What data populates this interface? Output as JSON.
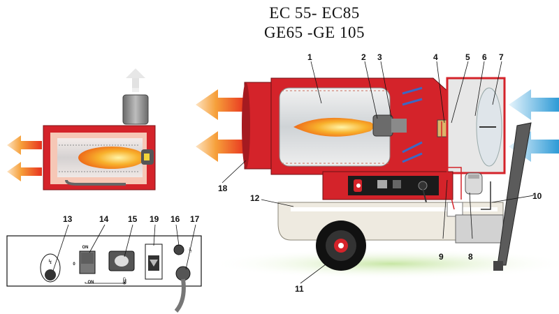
{
  "title": {
    "line1": "EC 55- EC85",
    "line2": "GE65 -GE 105"
  },
  "callouts": [
    {
      "id": "1",
      "label": "1"
    },
    {
      "id": "2",
      "label": "2"
    },
    {
      "id": "3",
      "label": "3"
    },
    {
      "id": "4",
      "label": "4"
    },
    {
      "id": "5",
      "label": "5"
    },
    {
      "id": "6",
      "label": "6"
    },
    {
      "id": "7",
      "label": "7"
    },
    {
      "id": "8",
      "label": "8"
    },
    {
      "id": "9",
      "label": "9"
    },
    {
      "id": "10",
      "label": "10"
    },
    {
      "id": "11",
      "label": "11"
    },
    {
      "id": "12",
      "label": "12"
    },
    {
      "id": "13",
      "label": "13"
    },
    {
      "id": "14",
      "label": "14"
    },
    {
      "id": "15",
      "label": "15"
    },
    {
      "id": "16",
      "label": "16"
    },
    {
      "id": "17",
      "label": "17"
    },
    {
      "id": "18",
      "label": "18"
    },
    {
      "id": "19",
      "label": "19"
    }
  ],
  "panel": {
    "switch_on_top": "ON",
    "switch_on_bottom": "ON",
    "switch_zero": "0"
  },
  "colors": {
    "body_red": "#d4232a",
    "tank_beige": "#e8e1cf",
    "flame_orange": "#f39a1e",
    "air_blue": "#49a7dc",
    "ground_green": "#cfe8b0"
  }
}
